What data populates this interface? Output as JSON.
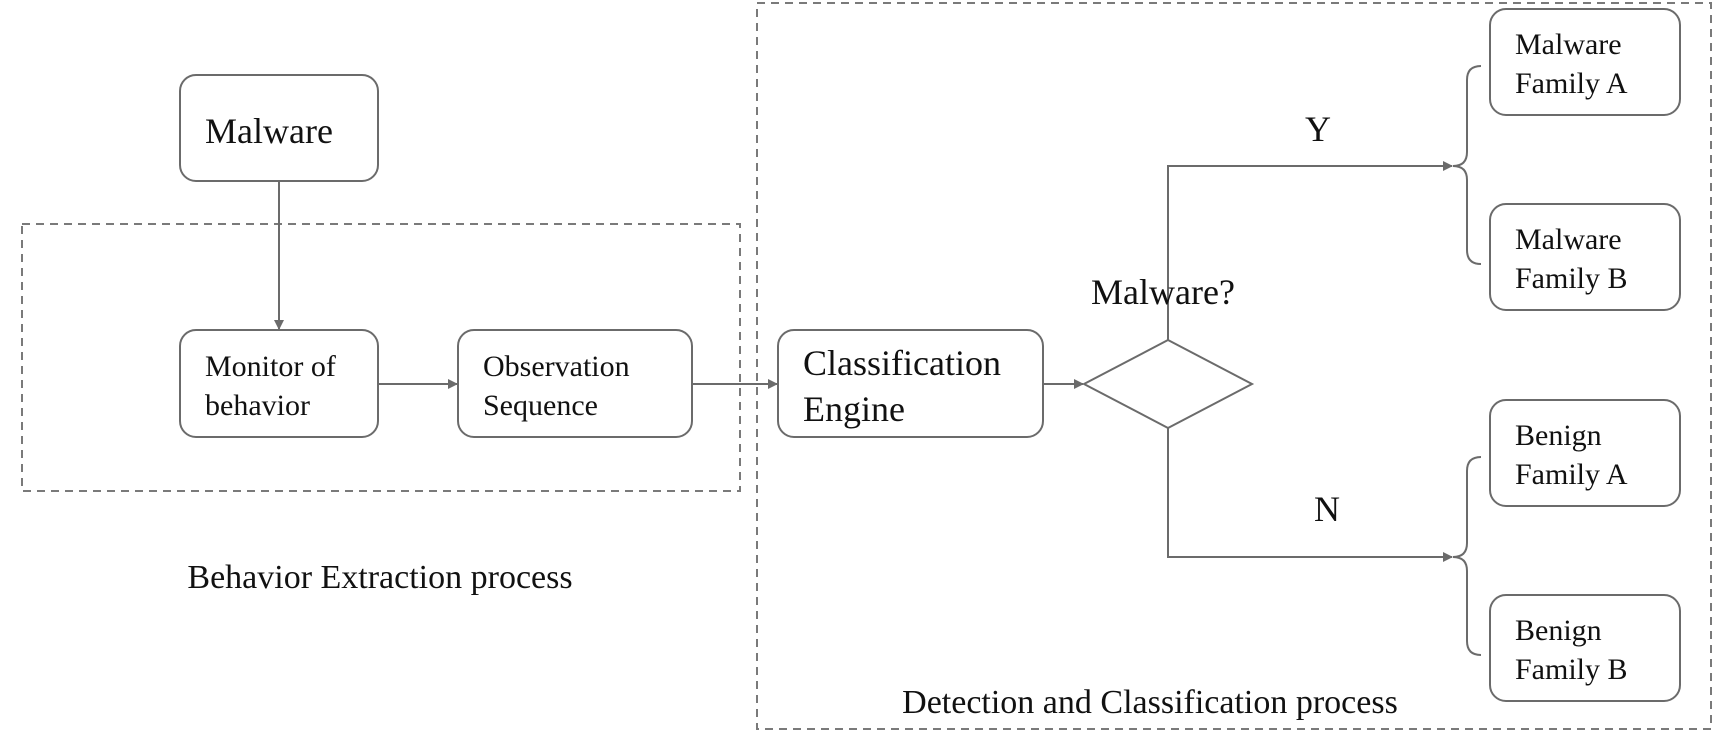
{
  "diagram": {
    "groups": {
      "behavior_extraction": "Behavior Extraction process",
      "detection_classification": "Detection and Classification process"
    },
    "nodes": {
      "malware": [
        "Malware"
      ],
      "monitor": [
        "Monitor of",
        "behavior"
      ],
      "observation": [
        "Observation",
        "Sequence"
      ],
      "classification_engine": [
        "Classification",
        "Engine"
      ],
      "decision": "Malware?",
      "malware_family_a": [
        "Malware",
        "Family A"
      ],
      "malware_family_b": [
        "Malware",
        "Family B"
      ],
      "benign_family_a": [
        "Benign",
        "Family A"
      ],
      "benign_family_b": [
        "Benign",
        "Family B"
      ]
    },
    "edges": {
      "yes": "Y",
      "no": "N"
    }
  }
}
